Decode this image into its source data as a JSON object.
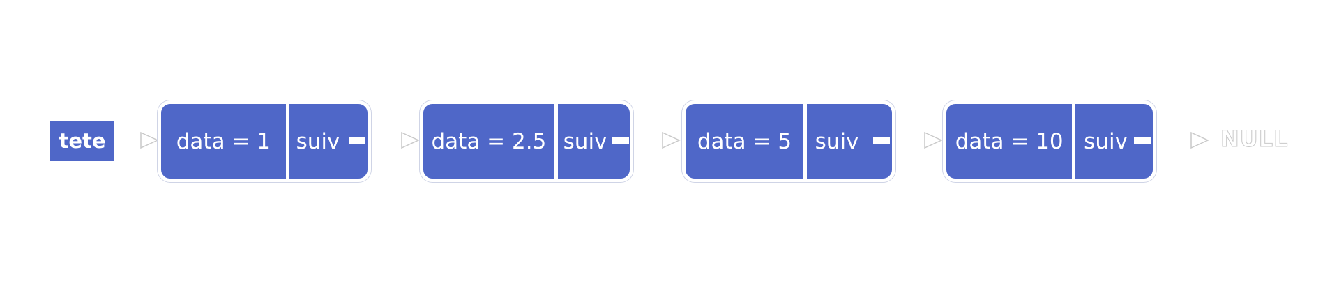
{
  "head_label": "tete",
  "nodes": [
    {
      "data": "data = 1",
      "next": "suiv"
    },
    {
      "data": "data = 2.5",
      "next": "suiv"
    },
    {
      "data": "data = 5",
      "next": "suiv"
    },
    {
      "data": "data = 10",
      "next": "suiv"
    }
  ],
  "null_label": "NULL",
  "colors": {
    "node_fill": "#4f67c8",
    "text": "#ffffff"
  }
}
